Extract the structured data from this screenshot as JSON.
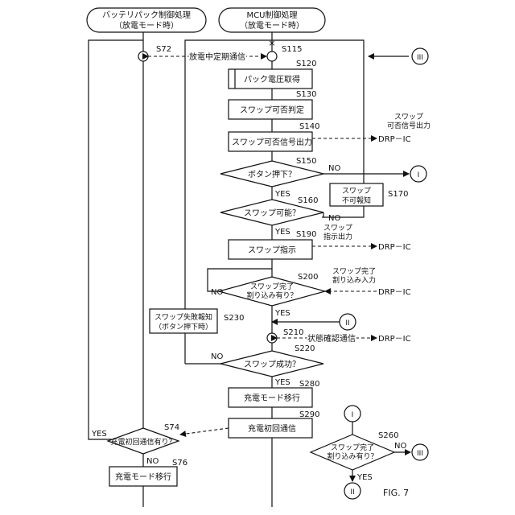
{
  "lanes": {
    "battery_title_1": "バッテリパック制御処理",
    "battery_title_2": "（放電モード時）",
    "mcu_title_1": "MCU制御処理",
    "mcu_title_2": "（放電モード時）"
  },
  "steps": {
    "s72": "S72",
    "s115": "S115",
    "comm_label": "放電中定期通信",
    "s120": "S120",
    "s120_text": "パック電圧取得",
    "s130": "S130",
    "s130_text": "スワップ可否判定",
    "s140": "S140",
    "s140_text": "スワップ可否信号出力",
    "s150": "S150",
    "s150_text": "ボタン押下？",
    "s160": "S160",
    "s160_text": "スワップ可能？",
    "s170": "S170",
    "s170_text_1": "スワップ",
    "s170_text_2": "不可報知",
    "s190": "S190",
    "s190_text": "スワップ指示",
    "s200": "S200",
    "s200_text_1": "スワップ完了",
    "s200_text_2": "割り込み有り？",
    "s210": "S210",
    "s210_comm": "状態確認通信",
    "s220": "S220",
    "s220_text": "スワップ成功？",
    "s230": "S230",
    "s230_text_1": "スワップ失敗報知",
    "s230_text_2": "（ボタン押下時）",
    "s280": "S280",
    "s280_text": "充電モード移行",
    "s290": "S290",
    "s290_text": "充電初回通信",
    "s74": "S74",
    "s74_text": "充電初回通信有り？",
    "s76": "S76",
    "s76_text": "充電モード移行",
    "s260": "S260",
    "s260_text_1": "スワップ完了",
    "s260_text_2": "割り込み有り？"
  },
  "signals": {
    "swap_signal_1": "スワップ",
    "swap_signal_2": "可否信号出力",
    "drp1": "DRP－IC",
    "swap_instruct_1": "スワップ",
    "swap_instruct_2": "指示出力",
    "drp2": "DRP－IC",
    "swap_done_1": "スワップ完了",
    "swap_done_2": "割り込み入力",
    "drp3": "DRP－IC",
    "drp4": "DRP－IC"
  },
  "labels": {
    "yes": "YES",
    "no": "NO",
    "conn_1": "I",
    "conn_2": "II",
    "conn_3": "III",
    "x_mark": "×"
  },
  "figure": "FIG. 7"
}
